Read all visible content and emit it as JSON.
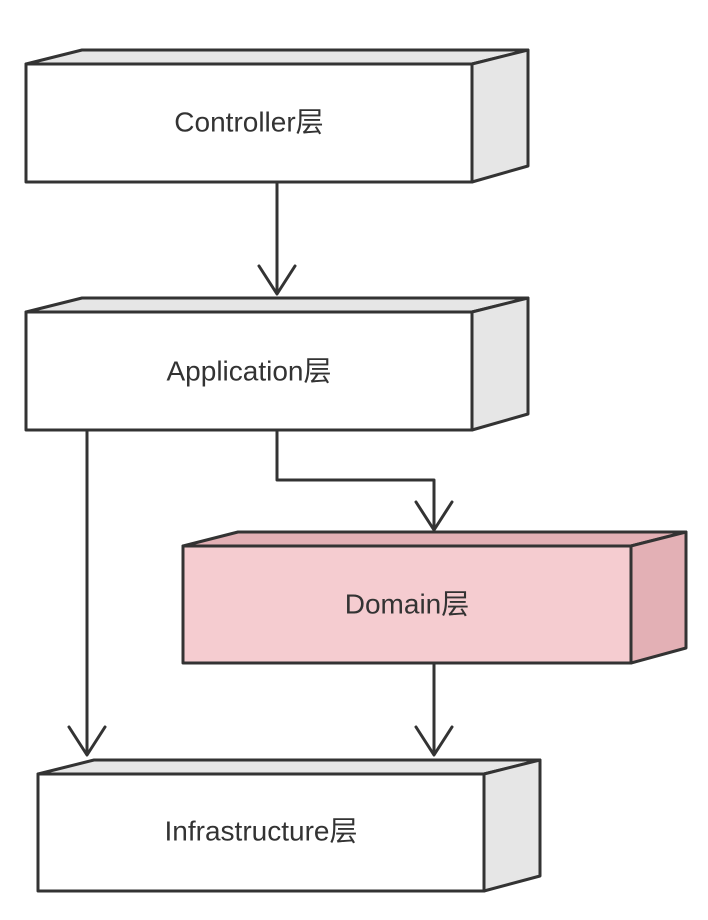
{
  "layers": [
    {
      "id": "controller",
      "label": "Controller层",
      "front": "#ffffff",
      "top": "#e6e6e6",
      "side": "#e6e6e6"
    },
    {
      "id": "application",
      "label": "Application层",
      "front": "#ffffff",
      "top": "#e6e6e6",
      "side": "#e6e6e6"
    },
    {
      "id": "domain",
      "label": "Domain层",
      "front": "#f5ccd0",
      "top": "#e3b0b5",
      "side": "#e3b0b5"
    },
    {
      "id": "infrastructure",
      "label": "Infrastructure层",
      "front": "#ffffff",
      "top": "#e6e6e6",
      "side": "#e6e6e6"
    }
  ],
  "edges": [
    {
      "from": "controller",
      "to": "application"
    },
    {
      "from": "application",
      "to": "domain"
    },
    {
      "from": "application",
      "to": "infrastructure"
    },
    {
      "from": "domain",
      "to": "infrastructure"
    }
  ],
  "colors": {
    "stroke": "#333333",
    "text": "#333333"
  }
}
